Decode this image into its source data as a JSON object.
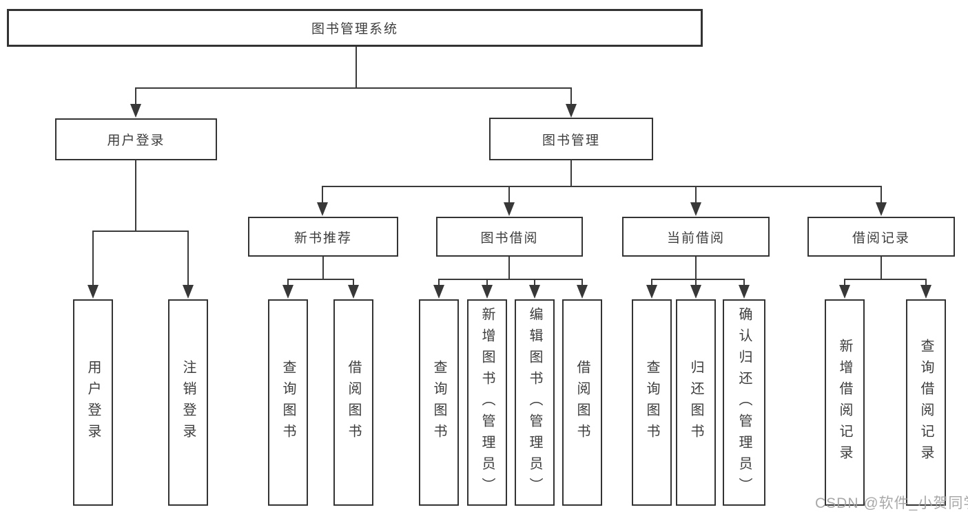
{
  "root": {
    "label": "图书管理系统"
  },
  "level2": [
    {
      "label": "用户登录"
    },
    {
      "label": "图书管理"
    }
  ],
  "level3": [
    {
      "label": "新书推荐"
    },
    {
      "label": "图书借阅"
    },
    {
      "label": "当前借阅"
    },
    {
      "label": "借阅记录"
    }
  ],
  "leaves": [
    {
      "label": "用户登录"
    },
    {
      "label": "注销登录"
    },
    {
      "label": "查询图书"
    },
    {
      "label": "借阅图书"
    },
    {
      "label": "查询图书"
    },
    {
      "label": "新增图书（管理员）"
    },
    {
      "label": "编辑图书（管理员）"
    },
    {
      "label": "借阅图书"
    },
    {
      "label": "查询图书"
    },
    {
      "label": "归还图书"
    },
    {
      "label": "确认归还（管理员）"
    },
    {
      "label": "新增借阅记录"
    },
    {
      "label": "查询借阅记录"
    }
  ],
  "watermark": "CSDN @软件_小贺同学",
  "colors": {
    "line": "#3a3a3a",
    "box_border": "#333333",
    "text": "#3d3d3d",
    "watermark": "#9e9e9e",
    "background": "#ffffff"
  }
}
